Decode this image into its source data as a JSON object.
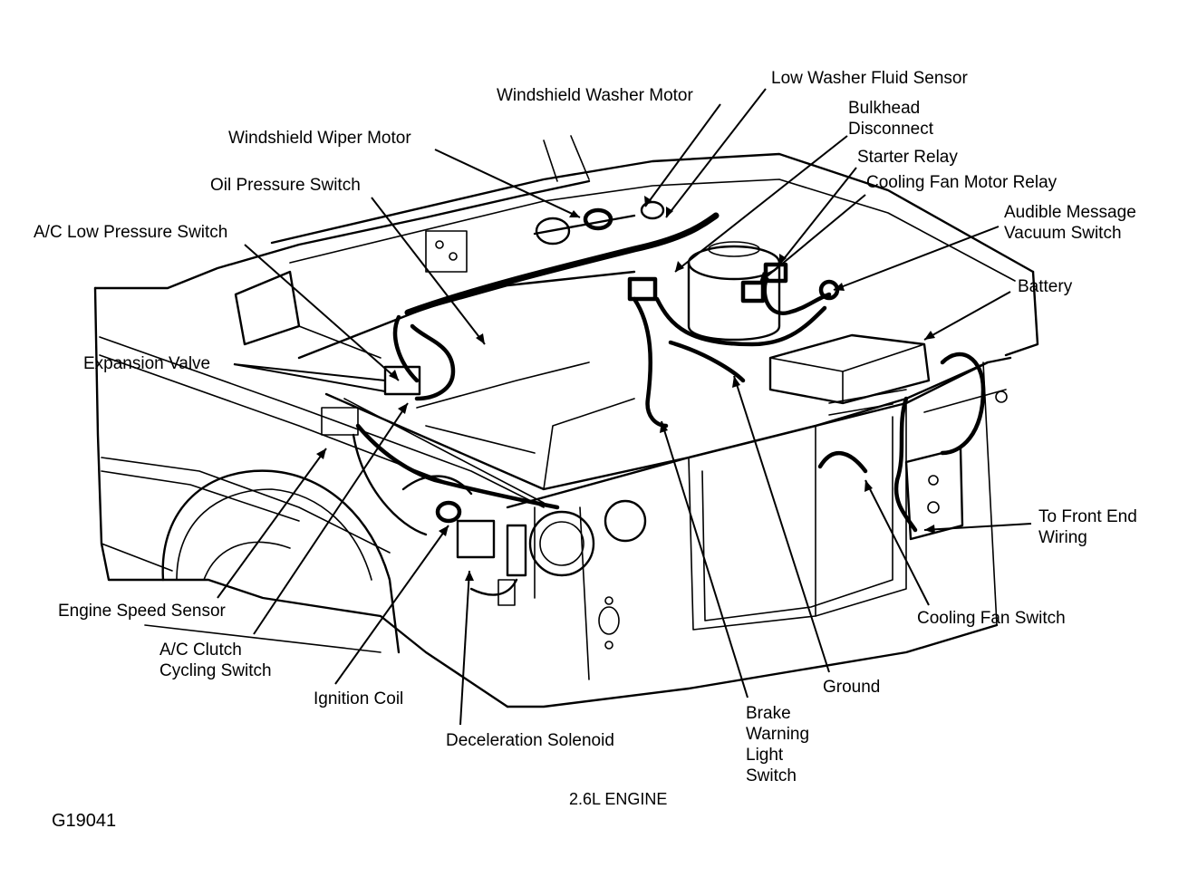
{
  "diagram": {
    "caption": "2.6L ENGINE",
    "figure_id": "G19041",
    "labels": {
      "windshield_washer_motor": [
        "Windshield Washer Motor"
      ],
      "low_washer_fluid_sensor": [
        "Low Washer Fluid Sensor"
      ],
      "bulkhead_disconnect": [
        "Bulkhead",
        "Disconnect"
      ],
      "windshield_wiper_motor": [
        "Windshield Wiper Motor"
      ],
      "starter_relay": [
        "Starter Relay"
      ],
      "oil_pressure_switch": [
        "Oil Pressure Switch"
      ],
      "cooling_fan_motor_relay": [
        "Cooling Fan Motor Relay"
      ],
      "audible_message_vacuum_switch": [
        "Audible Message",
        "Vacuum Switch"
      ],
      "ac_low_pressure_switch": [
        "A/C Low Pressure Switch"
      ],
      "battery": [
        "Battery"
      ],
      "expansion_valve": [
        "Expansion Valve"
      ],
      "to_front_end_wiring": [
        "To Front End",
        "Wiring"
      ],
      "engine_speed_sensor": [
        "Engine Speed Sensor"
      ],
      "cooling_fan_switch": [
        "Cooling Fan Switch"
      ],
      "ac_clutch_cycling_switch": [
        "A/C Clutch",
        "Cycling Switch"
      ],
      "ground": [
        "Ground"
      ],
      "ignition_coil": [
        "Ignition Coil"
      ],
      "brake_warning_light_switch": [
        "Brake",
        "Warning",
        "Light",
        "Switch"
      ],
      "deceleration_solenoid": [
        "Deceleration Solenoid"
      ]
    }
  }
}
